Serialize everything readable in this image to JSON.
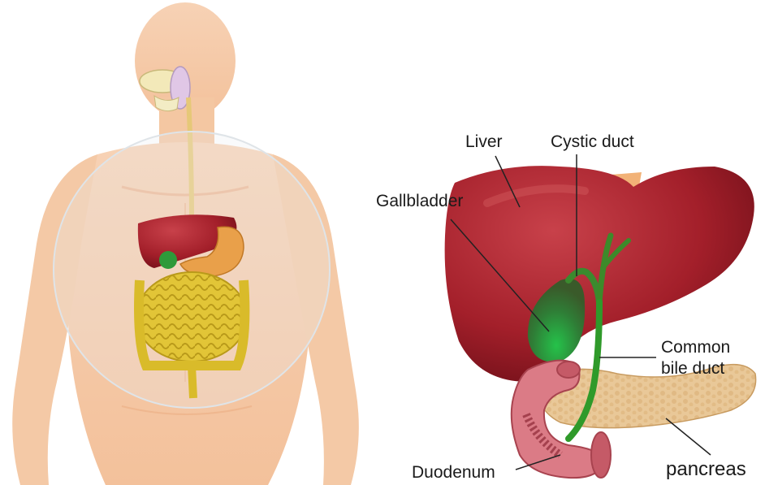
{
  "diagram": {
    "labels": {
      "liver": "Liver",
      "cystic_duct": "Cystic duct",
      "gallbladder": "Gallbladder",
      "common_bile_duct_line1": "Common",
      "common_bile_duct_line2": "bile duct",
      "duodenum": "Duodenum",
      "pancreas": "pancreas"
    },
    "colors": {
      "skin": "#f7cfad",
      "skin_shadow": "#eeb48c",
      "liver": "#a8202a",
      "liver_highlight": "#c63b3f",
      "gallbladder": "#2e8b3a",
      "bile_duct": "#3b9a2b",
      "pancreas": "#e8c79a",
      "intestine": "#e3c63a",
      "stomach": "#e79b3c",
      "duodenum": "#d8707c",
      "leader_line": "#222222"
    }
  }
}
